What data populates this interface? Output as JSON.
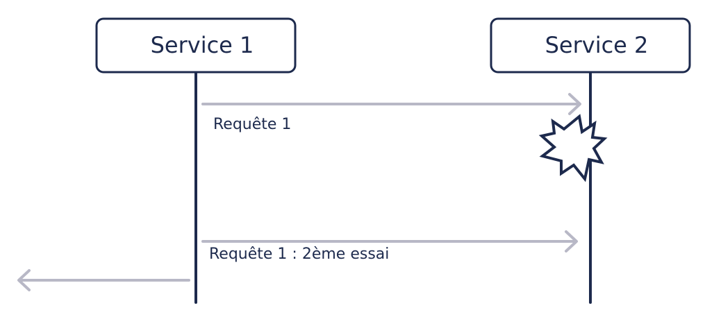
{
  "participants": [
    {
      "label": "Service 1"
    },
    {
      "label": "Service 2"
    }
  ],
  "messages": [
    {
      "label": "Requête 1"
    },
    {
      "label": "Requête 1 : 2ème essai"
    }
  ],
  "colors": {
    "ink": "#1d2a4d",
    "arrow": "#b8b8c6",
    "background": "#ffffff"
  },
  "icons": {
    "failure": "explosion-burst-icon",
    "arrowhead": "open-chevron-arrowhead"
  }
}
